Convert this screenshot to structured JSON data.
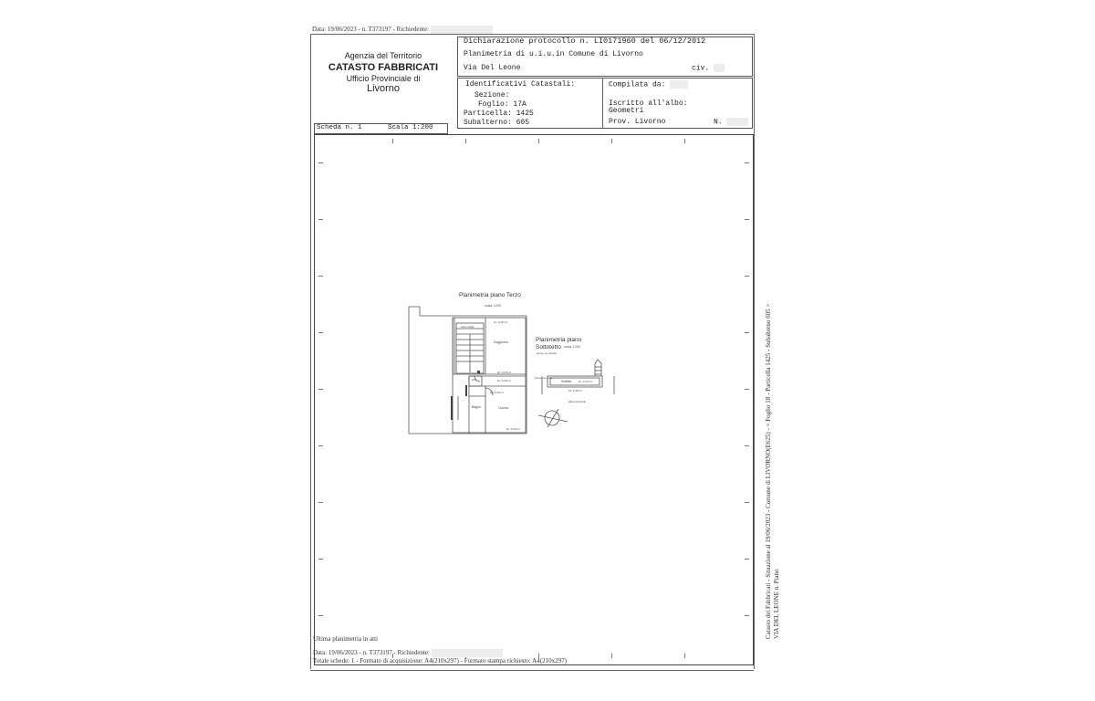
{
  "top_line": {
    "prefix": "Data: 19/06/2023 - n. T373197 - Richiedente:"
  },
  "agency": {
    "line1": "Agenzia del Territorio",
    "line2": "CATASTO FABBRICATI",
    "line3": "Ufficio Provinciale di",
    "line4": "Livorno"
  },
  "declaration": {
    "protocol": "Dichiarazione protocollo n. LI0171960 del 06/12/2012",
    "plan_of": "Planimetria di u.i.u.in Comune di Livorno",
    "street": "Via Del Leone",
    "civ_label": "civ."
  },
  "identifiers": {
    "heading": "Identificativi Catastali:",
    "sezione_label": "Sezione:",
    "foglio": "Foglio: 17A",
    "particella": "Particella: 1425",
    "subalterno": "Subalterno: 605"
  },
  "compiled": {
    "compiled_by": "Compilata da:",
    "registered": "Iscritto all'albo:",
    "profession": "Geometri",
    "province": "Prov. Livorno",
    "number_label": "N."
  },
  "sheet": {
    "scheda": "Scheda n. 1",
    "scala": "Scala 1:200"
  },
  "plan": {
    "title_main": "Planimetria piano Terzo",
    "title_main_sub": "scala 1:200",
    "title_second_line1": "Planimetria piano",
    "title_second_line2": "Sottotetto",
    "title_second_sub": "scala 1:200",
    "room_soggiorno": "Soggiorno",
    "room_cucina": "Cucina",
    "room_bagno": "Bagno",
    "room_soffitta": "Soffitta",
    "room_wc": "WC",
    "h1": "H= 3,20 ml",
    "h2": "H= 3,20 ml",
    "h3": "H= 3,20 ml",
    "h4": "H= 3,20 ml",
    "h5": "H= 3,20 ml",
    "h6": "H= 3,20 ml",
    "h7": "H= 2,40 ml",
    "other_property": "altra proprietà",
    "wall_label_1": "vano scala",
    "wall_label_2": "prosp. su strada",
    "wall_label_3": "prosp. su corte"
  },
  "bottom": {
    "last_plan": "Ultima planimetria in atti",
    "data_line": "Data: 19/06/2023 - n. T373197 - Richiedente:",
    "totals": "Totale schede: 1 - Formato di acquisizione: A4(210x297) - Formato stampa richiesto: A4(210x297)"
  },
  "side": {
    "line1": "Catasto dei Fabbricati - Situazione al 19/06/2023 - Comune di LIVORNO(E625) - < Foglio 18 - Particella 1425 - Subalterno 605 >",
    "line2": "VIA DEL LEONE n.     Piano"
  }
}
